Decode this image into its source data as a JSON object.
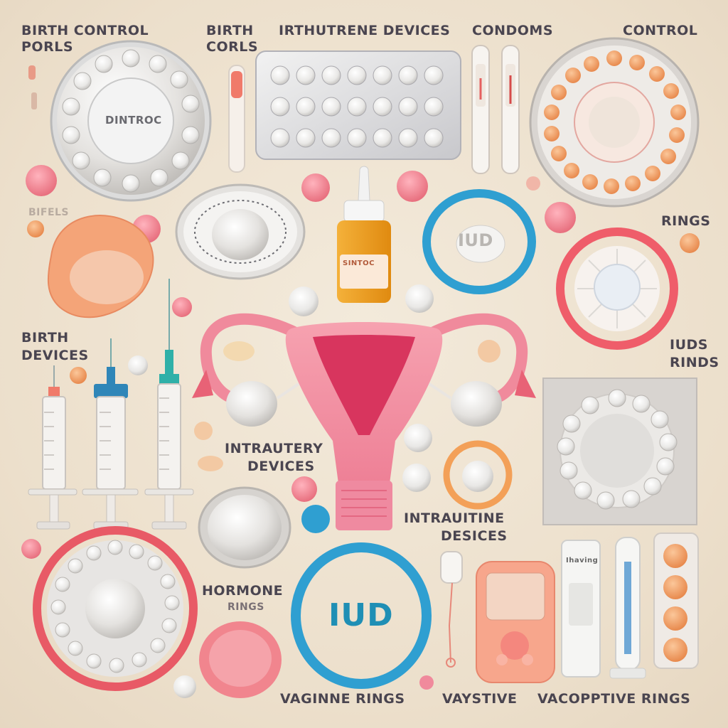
{
  "labels": {
    "top_left": [
      "BIRTH CONTROL",
      "PORLS"
    ],
    "top_birth": [
      "BIRTH",
      "CORLS"
    ],
    "top_center": "IRTHUTRENE DEVICES",
    "top_condoms": "CONDOMS",
    "top_control": "CONTROL",
    "pack_center": "DINTROC",
    "left_pills": "BIFELS",
    "rings_right": "RINGS",
    "left_birth": [
      "BIRTH",
      "DEVICES"
    ],
    "iuds_right": [
      "IUDS",
      "RINDS"
    ],
    "intrautery": [
      "INTRAUTERY",
      "DEVICES"
    ],
    "intrauitine": [
      "INTRAUITINE",
      "DESICES"
    ],
    "hormone": [
      "HORMONE",
      "RINGS"
    ],
    "ring_iud_small": "IUD",
    "ring_iud_big": "IUD",
    "bottom_vaginne": "VAGINNE RINGS",
    "bottom_vaystive": "VAYSTIVE",
    "bottom_vacoptive": "VACOPPTIVE RINGS",
    "bottle_label": "SINTOC",
    "box_label": "Ihaving"
  },
  "palette": {
    "background": "#efe4d3",
    "uterus": "#f08a9c",
    "uterus_dark": "#d8355e",
    "ring_blue": "#2f9fd1",
    "ring_red": "#ef5d6a",
    "ring_orange": "#f3a058",
    "pill_white": "#f4f4f2",
    "pill_orange": "#f2a86b",
    "syringe_blue": "#2f86b8",
    "bottle_amber": "#f0a020"
  }
}
